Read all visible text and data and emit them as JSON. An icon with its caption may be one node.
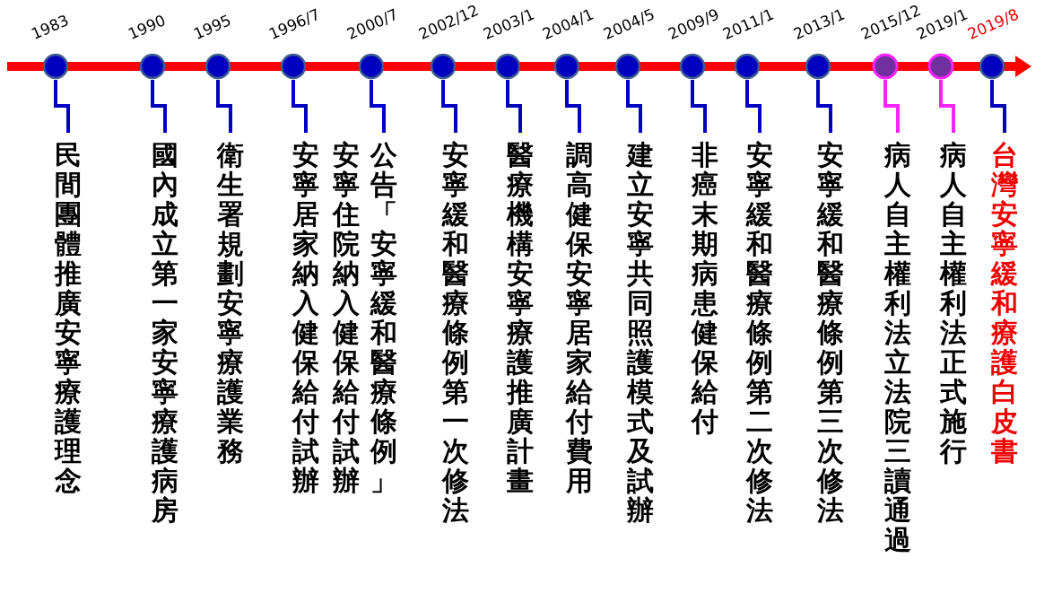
{
  "diagram": {
    "nodes": [
      {
        "text": [],
        "shape": "circle",
        "beside": [
          "1983"
        ]
      },
      {
        "text": [],
        "shape": "circle",
        "beside": [
          "1990"
        ]
      },
      {
        "text": [],
        "shape": "circle",
        "beside": [
          "1995"
        ]
      },
      {
        "text": [],
        "shape": "circle",
        "beside": [
          "1996/7"
        ]
      },
      {
        "text": [],
        "shape": "circle",
        "beside": [
          "2000/7"
        ]
      },
      {
        "text": [],
        "shape": "circle",
        "beside": [
          "2002/12"
        ]
      },
      {
        "text": [],
        "shape": "circle",
        "beside": [
          "2003/1"
        ]
      },
      {
        "text": [],
        "shape": "circle",
        "beside": [
          "2004/1"
        ]
      },
      {
        "text": [],
        "shape": "circle",
        "beside": [
          "2004/5"
        ]
      },
      {
        "text": [],
        "shape": "circle",
        "beside": [
          "2009/9"
        ]
      },
      {
        "text": [],
        "shape": "circle",
        "beside": [
          "2011/1"
        ]
      },
      {
        "text": [],
        "shape": "circle",
        "beside": [
          "2013/1"
        ]
      },
      {
        "text": [],
        "shape": "circle",
        "beside": [
          "2015/12"
        ]
      },
      {
        "text": [],
        "shape": "circle",
        "beside": [
          "2019/1"
        ]
      },
      {
        "text": [],
        "shape": "circle",
        "beside": [
          "2019/8"
        ]
      },
      {
        "text": [
          "民間團體推廣安寧療護理念"
        ]
      },
      {
        "text": [
          "國內成立第一家安寧療護病房"
        ]
      },
      {
        "text": [
          "衛生署規劃安寧療護業務"
        ]
      },
      {
        "text": [
          "安寧居家納入健保給付試辦"
        ]
      },
      {
        "text": [
          "安寧住院納入健保給付試辦",
          "公告「**安寧緩和醫療條例**」"
        ]
      },
      {
        "text": [
          "安寧緩和醫療條例**第一次**修法"
        ]
      },
      {
        "text": [
          "醫療機構安寧療護推廣計畫"
        ]
      },
      {
        "text": [
          "調高健保安寧居家給付費用"
        ]
      },
      {
        "text": [
          "建立安寧共同照護模式及試辦"
        ]
      },
      {
        "text": [
          "非癌末期病患健保給付"
        ]
      },
      {
        "text": [
          "安寧緩和醫療條例**第二次**修法"
        ]
      },
      {
        "text": [
          "安寧緩和醫療條例**第三次**修法"
        ]
      },
      {
        "text": [
          "**病人自主權利法**立法院三讀通過"
        ]
      },
      {
        "text": [
          "**病人自主權利法**正式施行"
        ]
      },
      {
        "text": [
          "台灣安寧緩和療護白皮書"
        ]
      }
    ],
    "edges": [
      {
        "from": 0,
        "to": 15,
        "arrow": "none"
      },
      {
        "from": 1,
        "to": 16,
        "arrow": "none"
      },
      {
        "from": 2,
        "to": 17,
        "arrow": "none"
      },
      {
        "from": 3,
        "to": 18,
        "arrow": "none"
      },
      {
        "from": 4,
        "to": 19,
        "arrow": "none"
      },
      {
        "from": 5,
        "to": 20,
        "arrow": "none"
      },
      {
        "from": 6,
        "to": 21,
        "arrow": "none"
      },
      {
        "from": 7,
        "to": 22,
        "arrow": "none"
      },
      {
        "from": 8,
        "to": 23,
        "arrow": "none"
      },
      {
        "from": 9,
        "to": 24,
        "arrow": "none"
      },
      {
        "from": 10,
        "to": 25,
        "arrow": "none"
      },
      {
        "from": 11,
        "to": 26,
        "arrow": "none"
      },
      {
        "from": 12,
        "to": 27,
        "arrow": "none",
        "color": "#ff22ff"
      },
      {
        "from": 13,
        "to": 28,
        "arrow": "none",
        "color": "#ff22ff"
      },
      {
        "from": 14,
        "to": 29,
        "arrow": "none"
      }
    ]
  }
}
